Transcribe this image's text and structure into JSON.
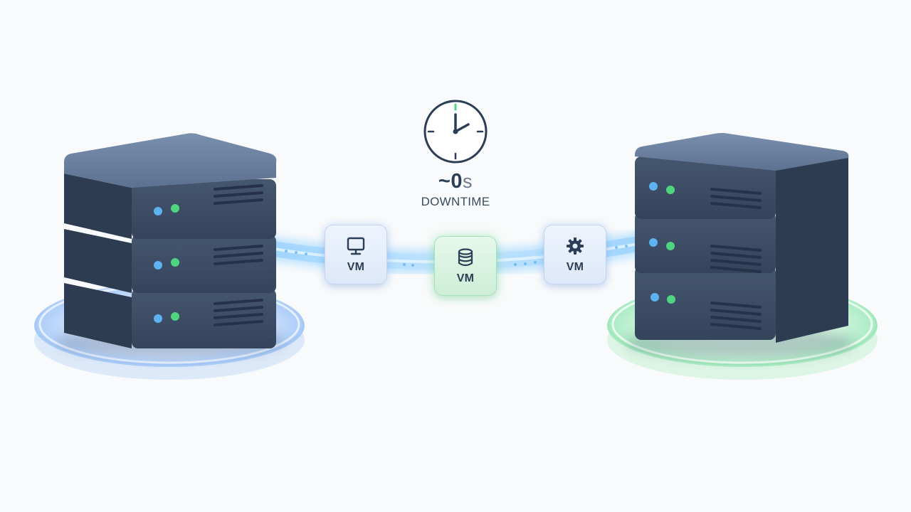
{
  "downtime": {
    "value": "~0",
    "unit": "s",
    "label": "DOWNTIME"
  },
  "vms": [
    {
      "label": "VM",
      "icon": "monitor-icon",
      "theme": "blue"
    },
    {
      "label": "VM",
      "icon": "database-icon",
      "theme": "green"
    },
    {
      "label": "VM",
      "icon": "gear-icon",
      "theme": "blue"
    }
  ],
  "colors": {
    "server_body": "#3f4f68",
    "server_top": "#6b7f9c",
    "led_blue": "#5fb2f0",
    "led_green": "#4fd57f",
    "source_platform": "#b3d1fb",
    "target_platform": "#b8f0cd",
    "stream": "#9bd3ff",
    "text_dark": "#2c3e55"
  }
}
